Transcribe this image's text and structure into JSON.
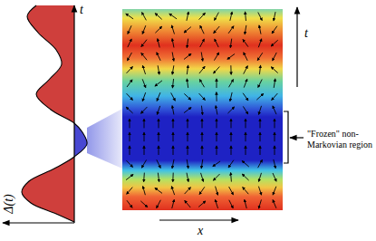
{
  "diagram": {
    "labels": [
      "t",
      "t",
      "\"Frozen\" non-Markovian region",
      "Δ(t)",
      "x"
    ]
  }
}
